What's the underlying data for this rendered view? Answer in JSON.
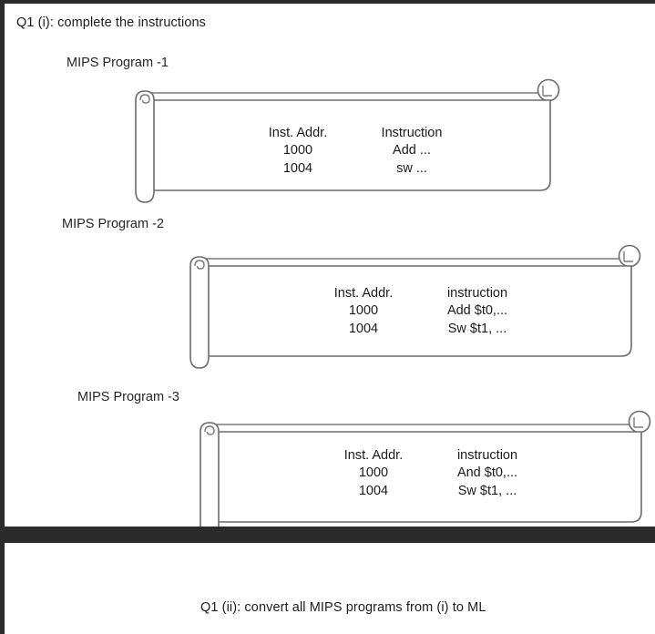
{
  "slide": {
    "question_1": "Q1 (i):  complete the instructions",
    "question_2": "Q1 (ii):  convert all MIPS programs from (i) to ML"
  },
  "programs": [
    {
      "label": "MIPS Program -1",
      "headers": [
        "Inst. Addr.",
        "Instruction"
      ],
      "rows": [
        [
          "1000",
          "Add ..."
        ],
        [
          "1004",
          "sw  ..."
        ]
      ]
    },
    {
      "label": "MIPS Program -2",
      "headers": [
        "Inst. Addr.",
        "instruction"
      ],
      "rows": [
        [
          "1000",
          "Add $t0,..."
        ],
        [
          "1004",
          "Sw $t1, ..."
        ]
      ]
    },
    {
      "label": "MIPS Program -3",
      "headers": [
        "Inst. Addr.",
        "instruction"
      ],
      "rows": [
        [
          "1000",
          "And $t0,..."
        ],
        [
          "1004",
          "Sw $t1, ..."
        ]
      ]
    }
  ],
  "colors": {
    "page_background": "#ffffff",
    "band": "#2b2b2b",
    "text": "#1c1c1c",
    "scroll_outline": "#6b6b6b"
  }
}
